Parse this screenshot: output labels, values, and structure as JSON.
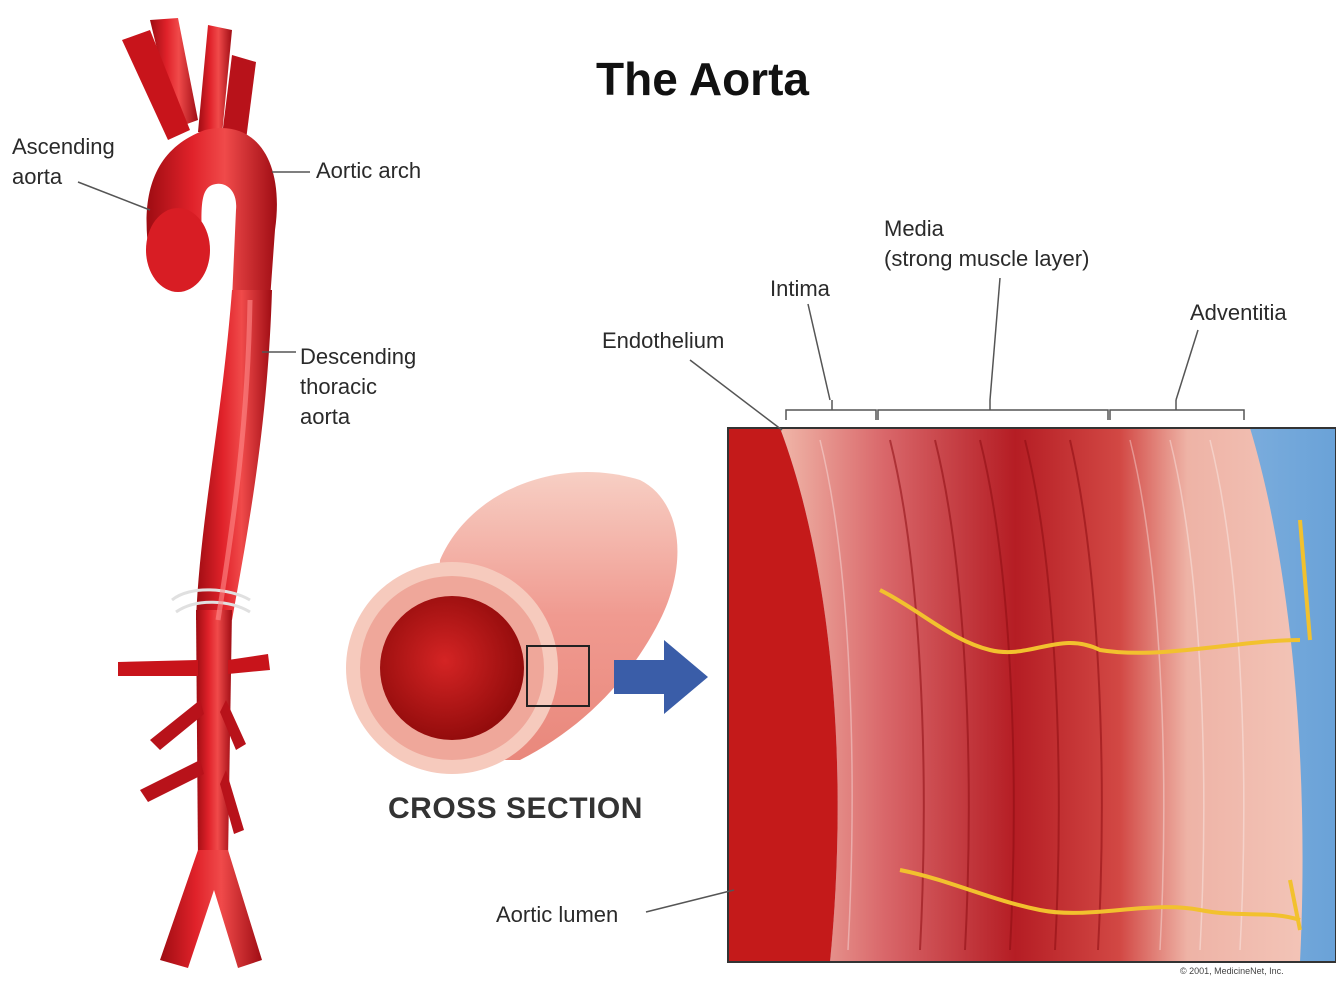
{
  "title": "The Aorta",
  "labels": {
    "ascending_aorta": [
      "Ascending",
      "aorta"
    ],
    "aortic_arch": "Aortic arch",
    "descending_thoracic_aorta": [
      "Descending",
      "thoracic",
      "aorta"
    ],
    "media": [
      "Media",
      "(strong muscle layer)"
    ],
    "intima": "Intima",
    "endothelium": "Endothelium",
    "adventitia": "Adventitia",
    "cross_section": "CROSS SECTION",
    "aortic_lumen": "Aortic lumen"
  },
  "copyright": "© 2001, MedicineNet, Inc.",
  "colors": {
    "artery_red": "#d4141c",
    "lumen_red": "#c41a1a",
    "vessel_pink": "#f2b3a8",
    "nerve_yellow": "#f2c12e",
    "arrow_blue": "#3a5da8"
  }
}
